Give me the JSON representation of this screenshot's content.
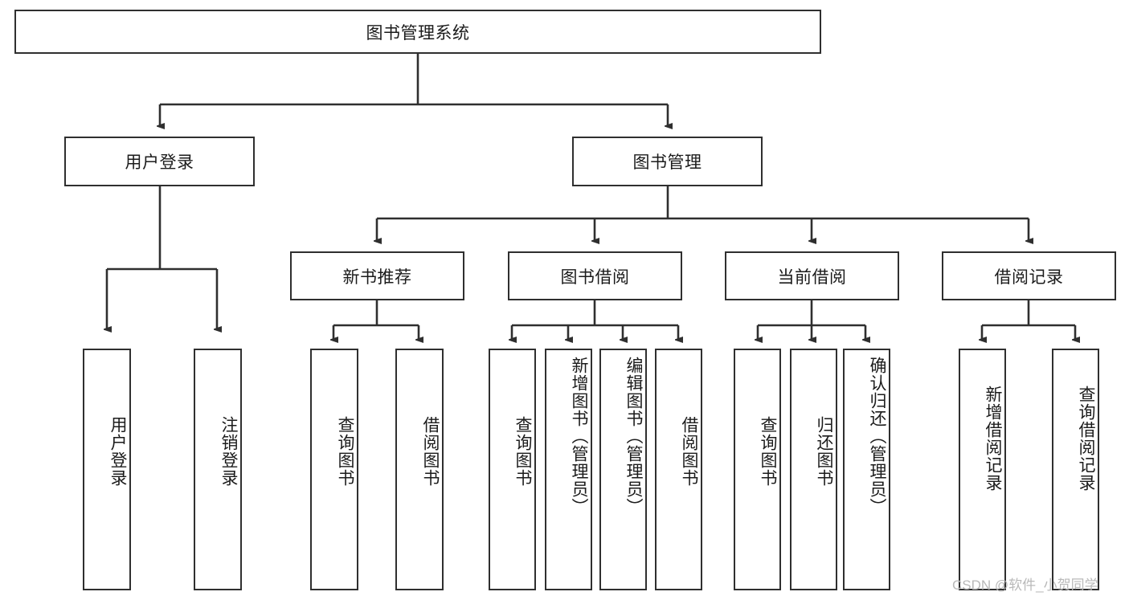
{
  "diagram": {
    "title": "图书管理系统",
    "type": "tree-hierarchy-chart",
    "root": {
      "label": "图书管理系统"
    },
    "level2": [
      {
        "label": "用户登录"
      },
      {
        "label": "图书管理"
      }
    ],
    "level3": [
      {
        "label": "新书推荐"
      },
      {
        "label": "图书借阅"
      },
      {
        "label": "当前借阅"
      },
      {
        "label": "借阅记录"
      }
    ],
    "leaves": {
      "user_login": [
        {
          "label": "用户登录"
        },
        {
          "label": "注销登录"
        }
      ],
      "new_book_recommend": [
        {
          "label": "查询图书"
        },
        {
          "label": "借阅图书"
        }
      ],
      "book_borrow": [
        {
          "label": "查询图书"
        },
        {
          "label": "新增图书（管理员）"
        },
        {
          "label": "编辑图书（管理员）"
        },
        {
          "label": "借阅图书"
        }
      ],
      "current_borrow": [
        {
          "label": "查询图书"
        },
        {
          "label": "归还图书"
        },
        {
          "label": "确认归还（管理员）"
        }
      ],
      "borrow_record": [
        {
          "label": "新增借阅记录"
        },
        {
          "label": "查询借阅记录"
        }
      ]
    },
    "watermark": "CSDN @软件_小贺同学",
    "colors": {
      "stroke": "#2f2f2f",
      "fill": "#ffffff",
      "text": "#1b1b1b",
      "watermark": "#b9b9b9"
    }
  }
}
